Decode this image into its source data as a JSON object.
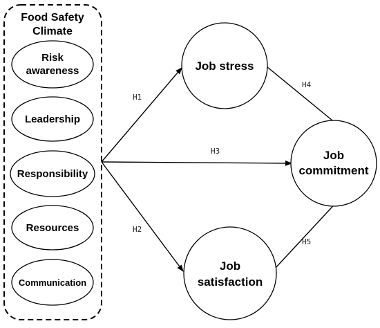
{
  "group": {
    "title_line1": "Food Safety",
    "title_line2": "Climate",
    "items": [
      {
        "line1": "Risk",
        "line2": "awareness"
      },
      {
        "line1": "Leadership"
      },
      {
        "line1": "Responsibility"
      },
      {
        "line1": "Resources"
      },
      {
        "line1": "Communication"
      }
    ]
  },
  "nodes": {
    "job_stress": {
      "line1": "Job stress"
    },
    "job_satisfaction": {
      "line1": "Job",
      "line2": "satisfaction"
    },
    "job_commitment": {
      "line1": "Job",
      "line2": "commitment"
    }
  },
  "hypotheses": {
    "h1": "H1",
    "h2": "H2",
    "h3": "H3",
    "h4": "H4",
    "h5": "H5"
  }
}
